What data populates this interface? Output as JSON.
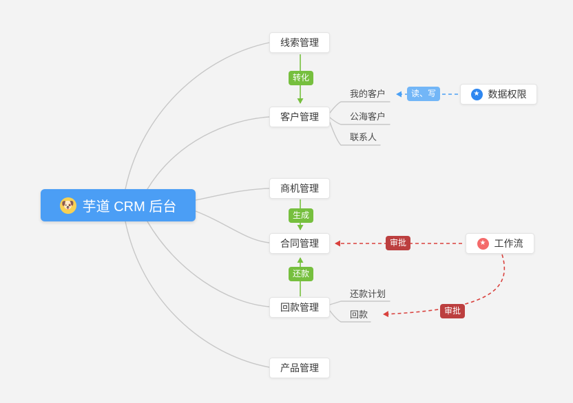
{
  "diagram": {
    "root": {
      "label": "芋道 CRM 后台",
      "emoji": "🐶"
    },
    "branches": {
      "leads": {
        "label": "线索管理"
      },
      "customers": {
        "label": "客户管理"
      },
      "opportunity": {
        "label": "商机管理"
      },
      "contract": {
        "label": "合同管理"
      },
      "receivables": {
        "label": "回款管理"
      },
      "products": {
        "label": "产品管理"
      }
    },
    "leaves": {
      "my_customers": "我的客户",
      "public_customers": "公海客户",
      "contacts": "联系人",
      "repayment_plan": "还款计划",
      "receivable": "回款"
    },
    "edge_labels": {
      "convert": "转化",
      "generate": "生成",
      "repay": "还款",
      "read_write": "读、写",
      "approve_contract": "审批",
      "approve_receivable": "审批"
    },
    "side_nodes": {
      "data_permission": {
        "label": "数据权限",
        "icon": "★"
      },
      "workflow": {
        "label": "工作流",
        "icon": "★"
      }
    },
    "colors": {
      "root_bg": "#4b9ef5",
      "node_border": "#e4e4e4",
      "green": "#76bf3e",
      "red_badge": "#bc3f3f",
      "red_line": "#d9413d",
      "blue_badge": "#72b6f7",
      "blue_line": "#4aa0f5",
      "gray_line": "#c7c7c7",
      "data_permission_icon": "#2f87f0",
      "workflow_icon": "#f46a6a"
    }
  }
}
